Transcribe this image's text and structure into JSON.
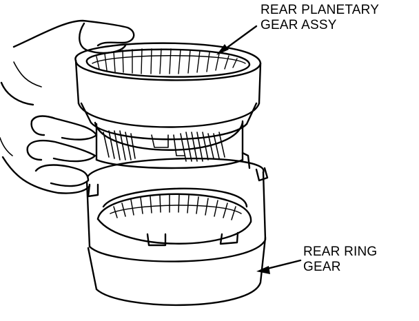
{
  "labels": {
    "planetary": {
      "line1": "REAR PLANETARY",
      "line2": "GEAR ASSY"
    },
    "ring": {
      "line1": "REAR RING",
      "line2": "GEAR"
    }
  },
  "colors": {
    "ink": "#000000",
    "paper": "#ffffff"
  }
}
